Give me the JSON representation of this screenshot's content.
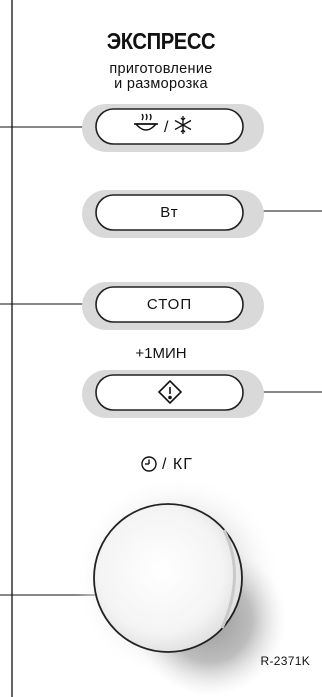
{
  "panel": {
    "express_title": "ЭКСПРЕСС",
    "express_sub1": "приготовление",
    "express_sub2": "и разморозка",
    "buttons": {
      "watt_label": "Вт",
      "stop_label": "СТОП",
      "plus_min_label": "+1МИН"
    },
    "timer_label": "/ КГ",
    "model_code": "R-2371K"
  },
  "icons": {
    "express_button": [
      "cooking-pot-icon",
      "snowflake-icon"
    ],
    "start_button": "start-diamond-icon",
    "timer": "clock-icon"
  },
  "colors": {
    "button_fill": "#ffffff",
    "button_outline": "#222222",
    "button_shadow": "#d9d9d9",
    "leader_line": "#111111"
  }
}
